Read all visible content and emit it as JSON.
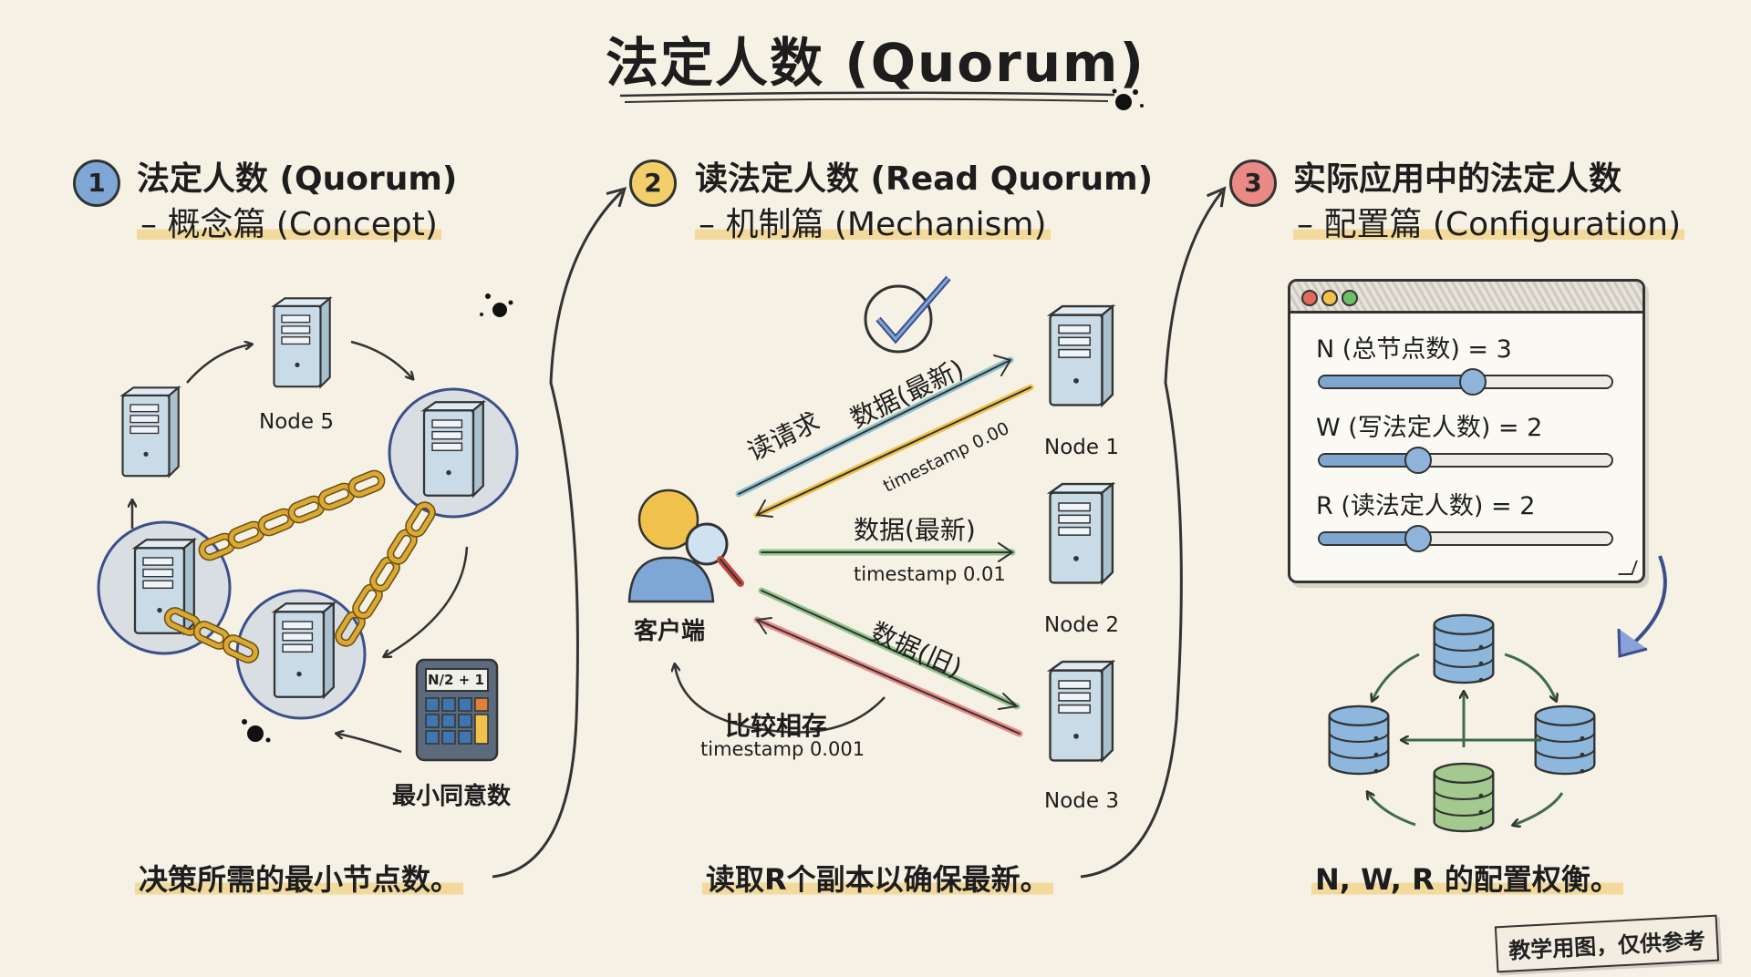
{
  "title": "法定人数 (Quorum)",
  "sections": [
    {
      "number": "1",
      "title_line1": "法定人数 (Quorum)",
      "title_line2": "– 概念篇 (Concept)",
      "caption": "决策所需的最小节点数。",
      "color": "#7fa7d6"
    },
    {
      "number": "2",
      "title_line1": "读法定人数 (Read Quorum)",
      "title_line2": "– 机制篇 (Mechanism)",
      "caption": "读取R个副本以确保最新。",
      "color": "#f2cf6b"
    },
    {
      "number": "3",
      "title_line1": "实际应用中的法定人数",
      "title_line2": "– 配置篇 (Configuration)",
      "caption": "N, W, R 的配置权衡。",
      "color": "#e98a86"
    }
  ],
  "concept": {
    "node5_label": "Node 5",
    "calculator_formula": "N/2 + 1",
    "calculator_label": "最小同意数"
  },
  "mechanism": {
    "client_label": "客户端",
    "read_request": "读请求",
    "data_latest_1": "数据(最新)",
    "timestamp_1": "timestamp 0.00",
    "data_latest_2": "数据(最新)",
    "timestamp_2": "timestamp 0.01",
    "data_old": "数据(旧)",
    "compare_label": "比较相存",
    "timestamp_3": "timestamp 0.001",
    "node1_label": "Node 1",
    "node2_label": "Node 2",
    "node3_label": "Node 3"
  },
  "configuration": {
    "window_dots": [
      "#e06a5b",
      "#f0c24c",
      "#6fbf6a"
    ],
    "sliders": [
      {
        "label": "N (总节点数) = 3",
        "value": 3,
        "level": 0.52
      },
      {
        "label": "W (写法定人数) = 2",
        "value": 2,
        "level": 0.33
      },
      {
        "label": "R (读法定人数) = 2",
        "value": 2,
        "level": 0.33
      }
    ]
  },
  "watermark": "教学用图，仅供参考",
  "colors": {
    "blue": "#7fa7d6",
    "yellow": "#f2cf6b",
    "red": "#e98a86",
    "green": "#7fbf7a",
    "chain": "#d4a32f",
    "server_body": "#c9dbe6",
    "db_blue": "#8db7dd",
    "db_green": "#a3c98e"
  }
}
